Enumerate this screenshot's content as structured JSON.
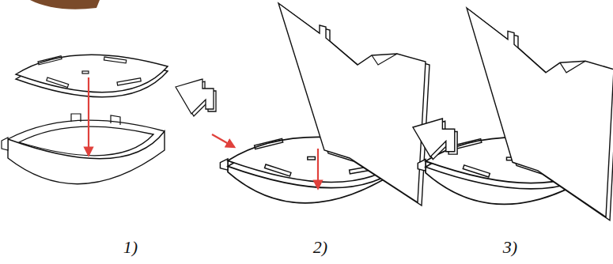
{
  "diagram": {
    "labels": [
      "1)",
      "2)",
      "3)"
    ]
  }
}
